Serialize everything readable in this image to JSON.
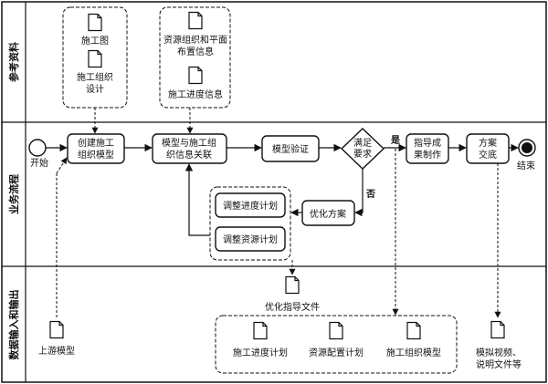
{
  "lanes": {
    "references": "参考资料",
    "business": "业务流程",
    "data_io": "数据输入和输出"
  },
  "events": {
    "start": "开始",
    "end": "结束"
  },
  "tasks": {
    "create_model": [
      "创建施工",
      "组织模型"
    ],
    "link_model": [
      "模型与施工组",
      "织信息关联"
    ],
    "verify": "模型验证",
    "guide": [
      "指导成",
      "果制作"
    ],
    "delivery": [
      "方案",
      "交底"
    ],
    "optimize": "优化方案",
    "adjust_schedule": "调整进度计划",
    "adjust_resources": "调整资源计划"
  },
  "gateway": {
    "label": [
      "满足",
      "要求"
    ],
    "yes": "是",
    "no": "否"
  },
  "documents": {
    "drawing": "施工图",
    "org_design": [
      "施工组织",
      "设计"
    ],
    "resource_layout": [
      "资源组织和平面",
      "布置信息"
    ],
    "schedule_info": "施工进度信息",
    "optimize_doc": "优化指导文件",
    "upstream_model": "上游模型",
    "schedule_plan": "施工进度计划",
    "resource_plan": "资源配置计划",
    "org_model": "施工组织模型",
    "video_docs": [
      "模拟视频、",
      "说明文件等"
    ]
  }
}
